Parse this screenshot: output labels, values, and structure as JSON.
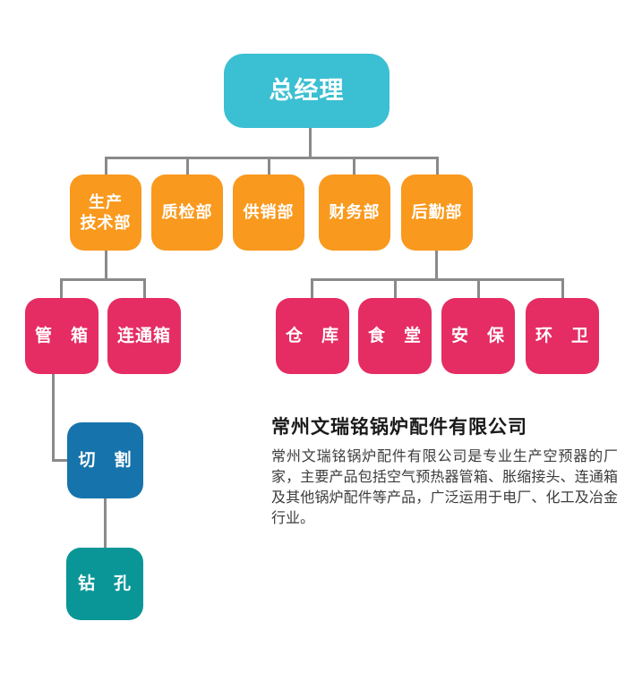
{
  "page": {
    "background_color": "#ffffff",
    "connector_color": "#8a8a8a"
  },
  "org_chart": {
    "root": {
      "label": "总经理",
      "color": "#3bbfd3"
    },
    "departments": [
      {
        "label": "生产\n技术部",
        "color": "#f9991d"
      },
      {
        "label": "质检部",
        "color": "#f9991d"
      },
      {
        "label": "供销部",
        "color": "#f9991d"
      },
      {
        "label": "财务部",
        "color": "#f9991d"
      },
      {
        "label": "后勤部",
        "color": "#f9991d"
      }
    ],
    "production_units": [
      {
        "label": "管　箱",
        "color": "#e52c63"
      },
      {
        "label": "连通箱",
        "color": "#e52c63"
      }
    ],
    "logistics_units": [
      {
        "label": "仓　库",
        "color": "#e52c63"
      },
      {
        "label": "食　堂",
        "color": "#e52c63"
      },
      {
        "label": "安　保",
        "color": "#e52c63"
      },
      {
        "label": "环　卫",
        "color": "#e52c63"
      }
    ],
    "process_nodes": [
      {
        "label": "切　割",
        "color": "#1773ab"
      },
      {
        "label": "钻　孔",
        "color": "#0a9697"
      }
    ]
  },
  "company": {
    "name": "常州文瑞铭锅炉配件有限公司",
    "description": "常州文瑞铭锅炉配件有限公司是专业生产空预器的厂家，主要产品包括空气预热器管箱、胀缩接头、连通箱及其他锅炉配件等产品，广泛运用于电厂、化工及冶金行业。"
  }
}
